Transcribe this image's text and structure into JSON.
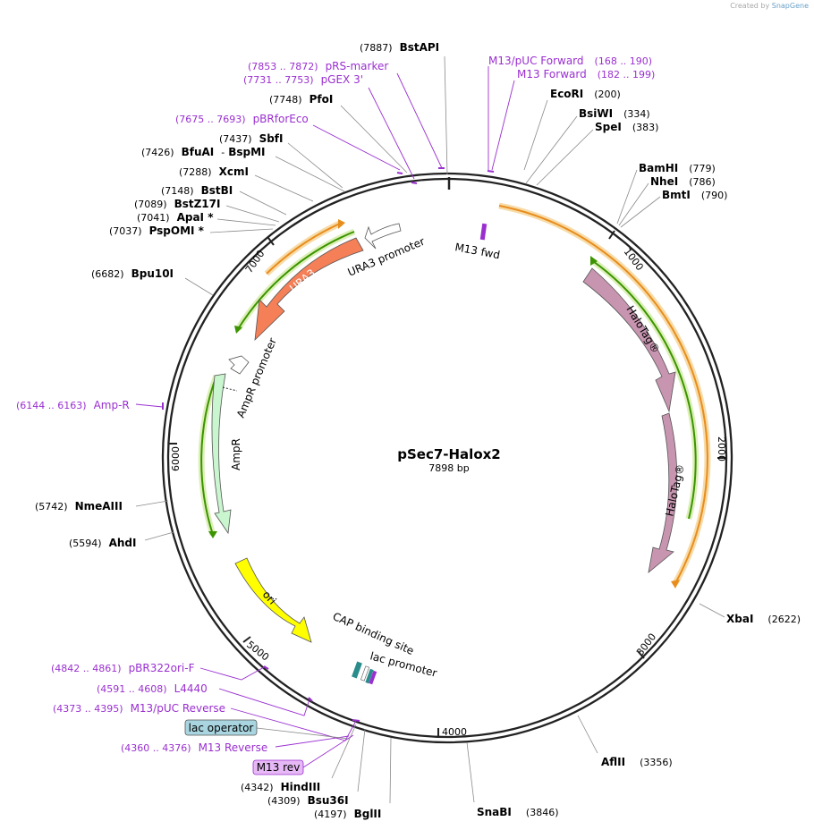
{
  "credit": {
    "prefix": "Created by",
    "brand": "SnapGene"
  },
  "plasmid": {
    "name": "pSec7-Halox2",
    "size_label": "7898 bp",
    "length": 7898
  },
  "ticks": [
    "1000",
    "2000",
    "3000",
    "4000",
    "5000",
    "6000",
    "7000"
  ],
  "enzymes": [
    {
      "name": "BstAPI",
      "pos": "(7887)"
    },
    {
      "name": "PfoI",
      "pos": "(7748)"
    },
    {
      "name": "SbfI",
      "pos": "(7437)"
    },
    {
      "name": "BfuAI",
      "sep": "-",
      "name2": "BspMI",
      "pos": "(7426)"
    },
    {
      "name": "XcmI",
      "pos": "(7288)"
    },
    {
      "name": "BstBI",
      "pos": "(7148)"
    },
    {
      "name": "BstZ17I",
      "pos": "(7089)"
    },
    {
      "name": "ApaI *",
      "pos": "(7041)"
    },
    {
      "name": "PspOMI *",
      "pos": "(7037)"
    },
    {
      "name": "Bpu10I",
      "pos": "(6682)"
    },
    {
      "name": "NmeAIII",
      "pos": "(5742)"
    },
    {
      "name": "AhdI",
      "pos": "(5594)"
    },
    {
      "name": "HindIII",
      "pos": "(4342)"
    },
    {
      "name": "Bsu36I",
      "pos": "(4309)"
    },
    {
      "name": "BglII",
      "pos": "(4197)"
    },
    {
      "name": "SnaBI",
      "pos": "(3846)"
    },
    {
      "name": "AflII",
      "pos": "(3356)"
    },
    {
      "name": "XbaI",
      "pos": "(2622)"
    },
    {
      "name": "EcoRI",
      "pos": "(200)"
    },
    {
      "name": "BsiWI",
      "pos": "(334)"
    },
    {
      "name": "SpeI",
      "pos": "(383)"
    },
    {
      "name": "BamHI",
      "pos": "(779)"
    },
    {
      "name": "NheI",
      "pos": "(786)"
    },
    {
      "name": "BmtI",
      "pos": "(790)"
    }
  ],
  "primers": [
    {
      "name": "pRS-marker",
      "pos": "(7853 .. 7872)"
    },
    {
      "name": "pGEX 3'",
      "pos": "(7731 .. 7753)"
    },
    {
      "name": "pBRforEco",
      "pos": "(7675 .. 7693)"
    },
    {
      "name": "M13/pUC Forward",
      "pos": "(168 .. 190)"
    },
    {
      "name": "M13 Forward",
      "pos": "(182 .. 199)"
    },
    {
      "name": "Amp-R",
      "pos": "(6144 .. 6163)"
    },
    {
      "name": "pBR322ori-F",
      "pos": "(4842 .. 4861)"
    },
    {
      "name": "L4440",
      "pos": "(4591 .. 4608)"
    },
    {
      "name": "M13/pUC Reverse",
      "pos": "(4373 .. 4395)"
    },
    {
      "name": "M13 Reverse",
      "pos": "(4360 .. 4376)"
    }
  ],
  "boxed": {
    "lac_operator": "lac operator",
    "m13_rev": "M13 rev"
  },
  "features": {
    "m13_fwd": "M13 fwd",
    "halotag1": "HaloTag®",
    "halotag2": "HaloTag®",
    "ura3": "URA3",
    "ura3_promoter": "URA3 promoter",
    "ampr": "AmpR",
    "ampr_promoter": "AmpR promoter",
    "ori": "ori",
    "cap": "CAP binding site",
    "lac_promoter": "lac promoter"
  },
  "colors": {
    "backbone": "#222222",
    "halotag": "#c895b0",
    "ura3": "#f57f57",
    "ampr": "#c9f5cf",
    "ori": "#ffff00",
    "primer": "#9a2fd0",
    "orf_orange": "#e88d1c",
    "orf_green": "#3b9400",
    "lac_operator": "#a8d5e0"
  }
}
